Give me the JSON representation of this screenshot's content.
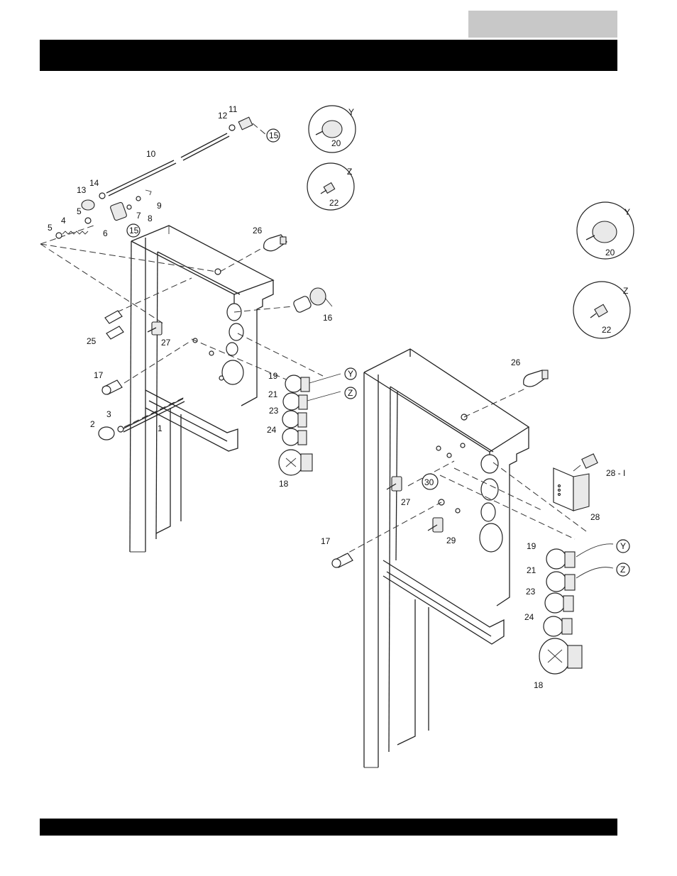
{
  "page": {
    "header_text": "",
    "footer_text": ""
  },
  "left_assembly": {
    "labels": {
      "p1": "1",
      "p2": "2",
      "p3": "3",
      "p4": "4",
      "p5a": "5",
      "p5b": "5",
      "p6": "6",
      "p7": "7",
      "p8": "8",
      "p9": "9",
      "p10": "10",
      "p11": "11",
      "p12": "12",
      "p13": "13",
      "p14": "14",
      "p15a": "15",
      "p15b": "15",
      "p16": "16",
      "p17": "17",
      "p18": "18",
      "p19": "19",
      "p20": "20",
      "p21": "21",
      "p22": "22",
      "p23": "23",
      "p24": "24",
      "p25": "25",
      "p26": "26",
      "p27": "27",
      "y_callout": "Y",
      "z_callout": "Z",
      "y_detail": "Y",
      "z_detail": "Z"
    }
  },
  "right_assembly": {
    "labels": {
      "p17": "17",
      "p18": "18",
      "p19": "19",
      "p20": "20",
      "p21": "21",
      "p22": "22",
      "p23": "23",
      "p24": "24",
      "p26": "26",
      "p27": "27",
      "p28": "28",
      "p28_1": "28 - I",
      "p29": "29",
      "p30": "30",
      "y_callout": "Y",
      "z_callout": "Z",
      "y_detail": "Y",
      "z_detail": "Z"
    }
  },
  "icons": [
    "gauge-icon",
    "toggle-switch-icon",
    "key-switch-icon",
    "lamp-icon",
    "circuit-board-icon"
  ]
}
